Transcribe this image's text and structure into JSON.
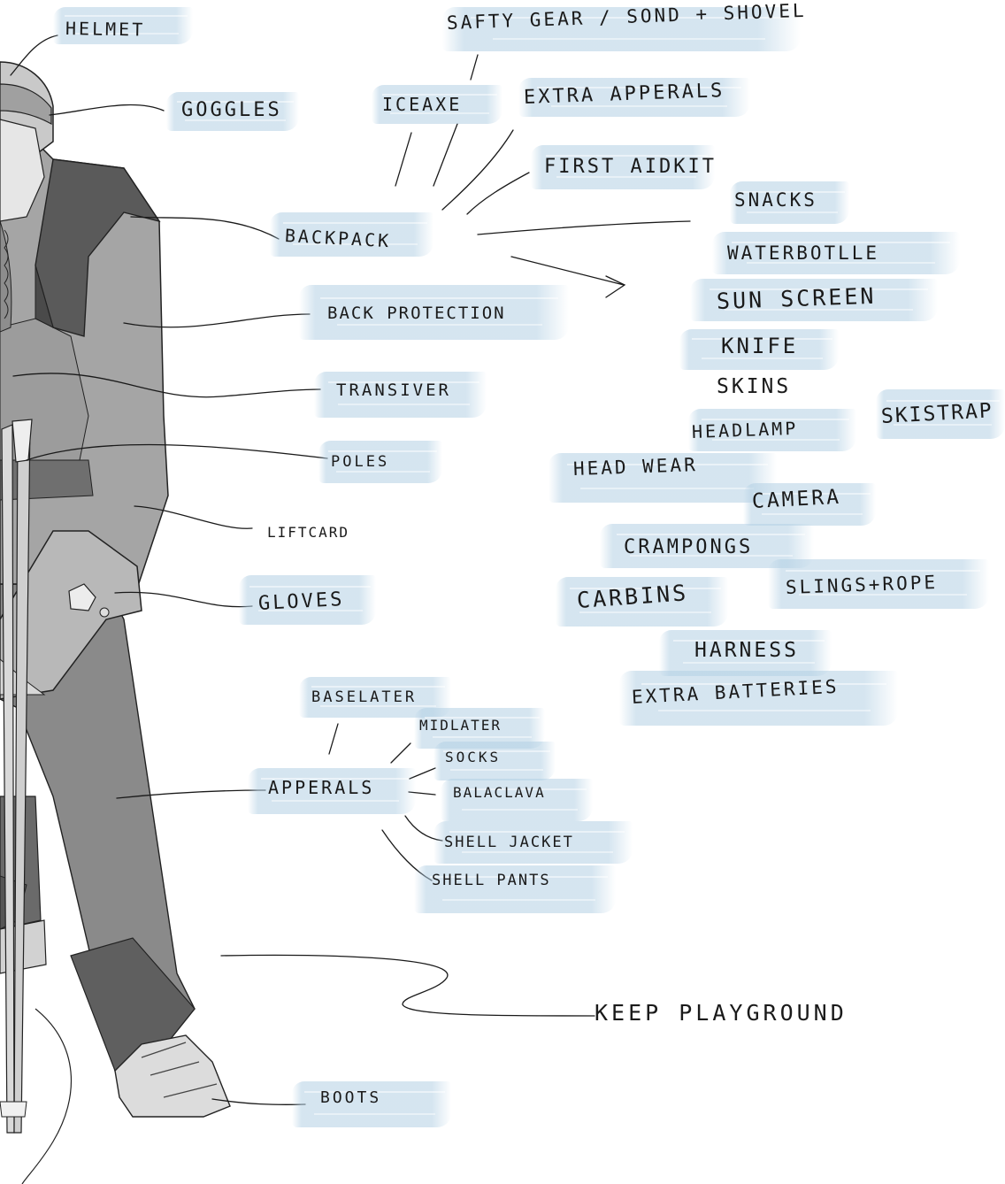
{
  "palette": {
    "ink": "#1a1a1a",
    "highlight": "#b3d0e4",
    "suit_light": "#a6a6a6",
    "suit_mid": "#7a7a7a",
    "suit_dark": "#5e5e5e",
    "gear_light": "#d6d6d6"
  },
  "figure": {
    "subject": "skier-figure"
  },
  "labels": {
    "helmet": "HELMET",
    "goggles": "GOGGLES",
    "backpack": "BACKPACK",
    "back_protection": "BACK PROTECTION",
    "transiver": "TRANSIVER",
    "poles": "POLES",
    "liftcard": "LIFTCARD",
    "gloves": "GLOVES",
    "boots": "BOOTS",
    "safety_gear": "SAFTY GEAR / SOND + SHOVEL",
    "ice_axe": "ICEAXE",
    "extra_apperals": "EXTRA APPERALS",
    "first_aid_kit": "FIRST AIDKIT",
    "snacks": "SNACKS",
    "waterbottle": "WATERBOTLLE",
    "sunscreen": "SUN SCREEN",
    "knife": "KNIFE",
    "skins": "SKINS",
    "headlamp": "HEADLAMP",
    "skistrap": "SKISTRAP",
    "headwear": "HEAD WEAR",
    "camera": "CAMERA",
    "crampons": "CRAMPONGS",
    "carbins": "CARBINS",
    "slings_rope": "SLINGS+ROPE",
    "harness": "HARNESS",
    "extra_batteries": "EXTRA BATTERIES",
    "baselayer": "BASELATER",
    "midlayer": "MIDLATER",
    "socks": "SOCKS",
    "balaclava": "BALACLAVA",
    "apperals": "APPERALS",
    "shell_jacket": "SHELL JACKET",
    "shell_pants": "SHELL PANTS",
    "keep_playground": "KEEP PLAYGROUND"
  }
}
